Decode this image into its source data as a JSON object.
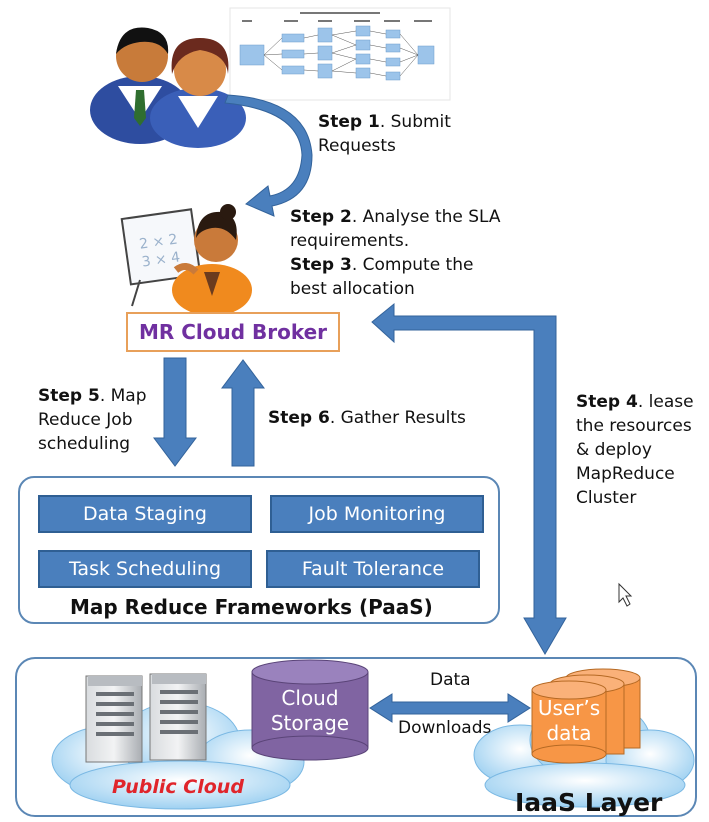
{
  "steps": {
    "s1_bold": "Step 1",
    "s1_rest": ". Submit",
    "s1_line2": "Requests",
    "s2_bold": "Step 2",
    "s2_rest": ". Analyse the SLA",
    "s2_line2": "requirements.",
    "s3_bold": "Step 3",
    "s3_rest": ". Compute the",
    "s3_line2": "best allocation",
    "s4_bold": "Step 4",
    "s4_rest": ". lease",
    "s4_line2": "the resources",
    "s4_line3": "& deploy",
    "s4_line4": "MapReduce",
    "s4_line5": "Cluster",
    "s5_bold": "Step 5",
    "s5_rest": ". Map",
    "s5_line2": "Reduce Job",
    "s5_line3": "scheduling",
    "s6_bold": "Step 6",
    "s6_rest": ". Gather Results"
  },
  "broker": {
    "label": "MR Cloud Broker"
  },
  "paas": {
    "title": "Map Reduce Frameworks (PaaS)",
    "services": {
      "data_staging": "Data Staging",
      "job_monitoring": "Job Monitoring",
      "task_scheduling": "Task Scheduling",
      "fault_tolerance": "Fault Tolerance"
    }
  },
  "iaas": {
    "title": "IaaS Layer",
    "public_cloud": "Public Cloud",
    "cloud_storage_line1": "Cloud",
    "cloud_storage_line2": "Storage",
    "users_data_line1": "User’s",
    "users_data_line2": "data",
    "transfer_top": "Data",
    "transfer_bottom": "Downloads"
  },
  "colors": {
    "arrow_blue": "#4a7fbd",
    "service_blue": "#4a7fbd",
    "storage_purple": "#8064a2",
    "user_data_orange": "#f79646",
    "broker_text": "#7030a0",
    "public_cloud_red": "#e0252b"
  }
}
